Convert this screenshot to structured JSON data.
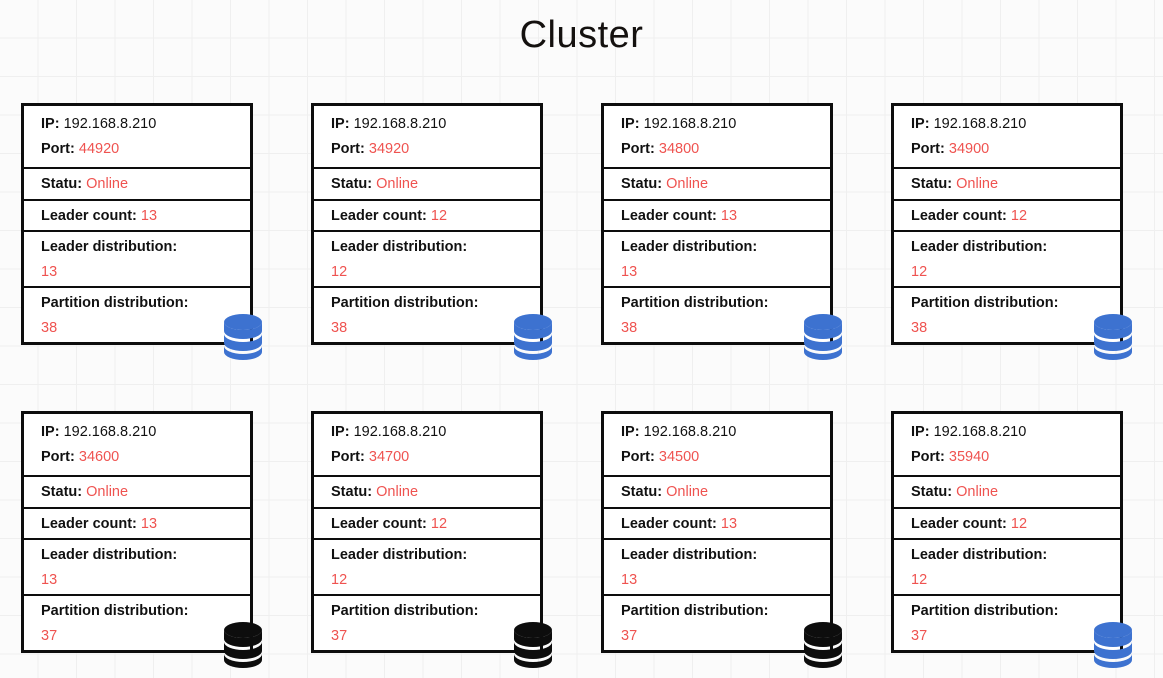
{
  "page": {
    "title": "Cluster",
    "background": "#fbfbfb",
    "grid_line_color": "#efefef"
  },
  "colors": {
    "value_red": "#ef5350",
    "label_black": "#111111",
    "border_black": "#0d0d0d",
    "db_blue": "#3d72d0",
    "db_black": "#0d0d0d"
  },
  "labels": {
    "ip": "IP",
    "port": "Port",
    "status": "Statu",
    "leader_count": "Leader count",
    "leader_distribution": "Leader distribution",
    "partition_distribution": "Partition distribution",
    "colon": ":"
  },
  "nodes": [
    {
      "ip": "192.168.8.210",
      "port": "44920",
      "status": "Online",
      "leader_count": "13",
      "leader_distribution": "13",
      "partition_distribution": "38",
      "icon": "database-icon",
      "icon_color": "#3d72d0"
    },
    {
      "ip": "192.168.8.210",
      "port": "34920",
      "status": "Online",
      "leader_count": "12",
      "leader_distribution": "12",
      "partition_distribution": "38",
      "icon": "database-icon",
      "icon_color": "#3d72d0"
    },
    {
      "ip": "192.168.8.210",
      "port": "34800",
      "status": "Online",
      "leader_count": "13",
      "leader_distribution": "13",
      "partition_distribution": "38",
      "icon": "database-icon",
      "icon_color": "#3d72d0"
    },
    {
      "ip": "192.168.8.210",
      "port": "34900",
      "status": "Online",
      "leader_count": "12",
      "leader_distribution": "12",
      "partition_distribution": "38",
      "icon": "database-icon",
      "icon_color": "#3d72d0"
    },
    {
      "ip": "192.168.8.210",
      "port": "34600",
      "status": "Online",
      "leader_count": "13",
      "leader_distribution": "13",
      "partition_distribution": "37",
      "icon": "database-icon",
      "icon_color": "#0d0d0d"
    },
    {
      "ip": "192.168.8.210",
      "port": "34700",
      "status": "Online",
      "leader_count": "12",
      "leader_distribution": "12",
      "partition_distribution": "37",
      "icon": "database-icon",
      "icon_color": "#0d0d0d"
    },
    {
      "ip": "192.168.8.210",
      "port": "34500",
      "status": "Online",
      "leader_count": "13",
      "leader_distribution": "13",
      "partition_distribution": "37",
      "icon": "database-icon",
      "icon_color": "#0d0d0d"
    },
    {
      "ip": "192.168.8.210",
      "port": "35940",
      "status": "Online",
      "leader_count": "12",
      "leader_distribution": "12",
      "partition_distribution": "37",
      "icon": "database-icon",
      "icon_color": "#3d72d0"
    }
  ]
}
